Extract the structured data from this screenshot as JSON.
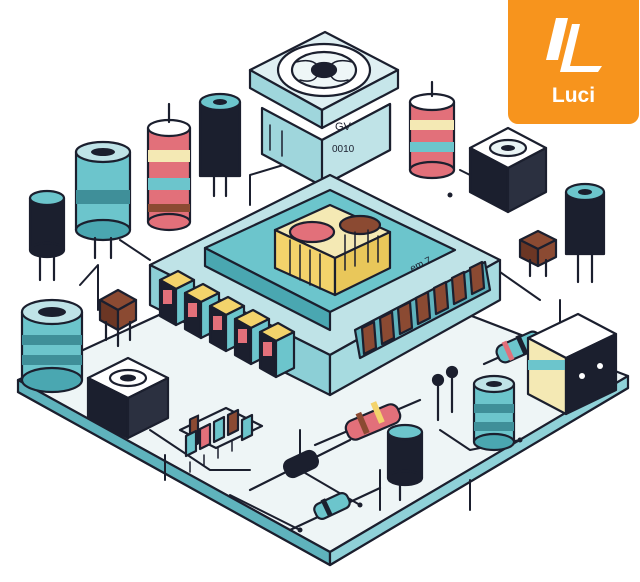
{
  "illustration": {
    "subject": "isometric circuit board with electronic components",
    "board_label_left": "GV",
    "board_label_right": "0010",
    "chip_label": "em 7"
  },
  "logo": {
    "name": "Luci",
    "icon": "luci-logo-icon",
    "color": "#f7941d"
  },
  "colors": {
    "outline": "#1b1f2e",
    "board": "#e9f2f4",
    "board_edge": "#76c6cf",
    "teal": "#6cc5cc",
    "teal_dark": "#3f8f99",
    "red": "#e2707a",
    "brown": "#8b4a32",
    "yellow": "#f3d36b",
    "cream": "#f4e9b4",
    "black": "#1b1f2e"
  }
}
